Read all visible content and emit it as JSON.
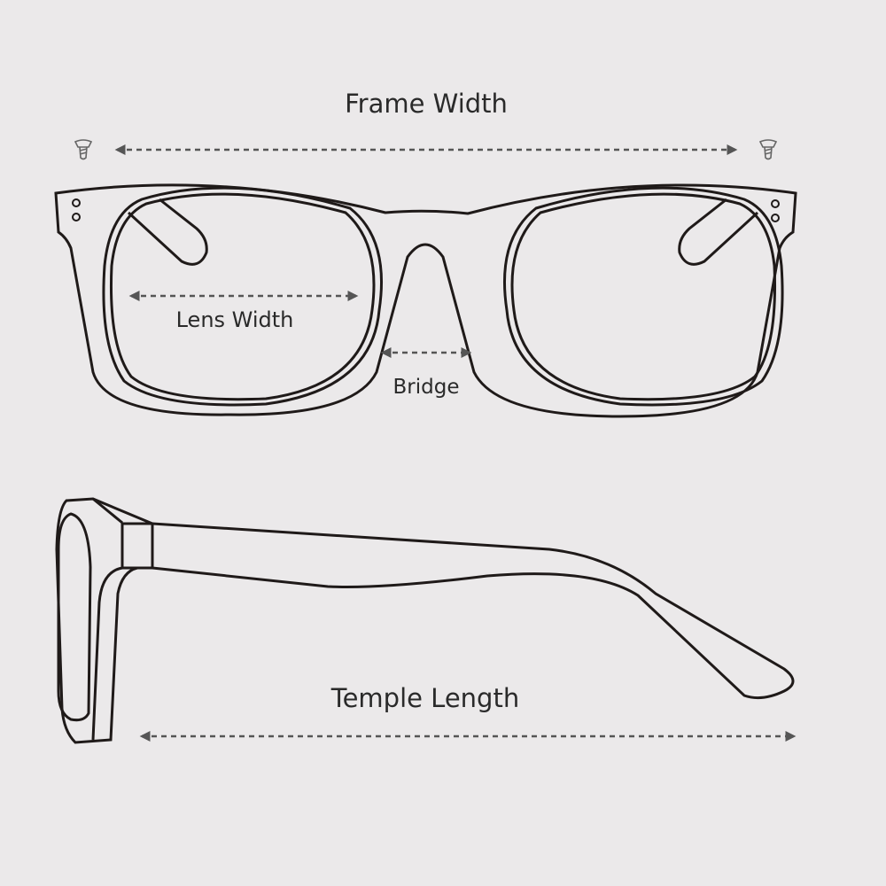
{
  "labels": {
    "frame_width": "Frame Width",
    "lens_width": "Lens Width",
    "bridge": "Bridge",
    "temple_length": "Temple Length"
  },
  "icons": [
    "screw-icon-left",
    "screw-icon-right"
  ],
  "colors": {
    "background": "#ebe9ea",
    "outline": "#1f1a19",
    "arrow": "#555555",
    "text": "#2a2a2a"
  }
}
